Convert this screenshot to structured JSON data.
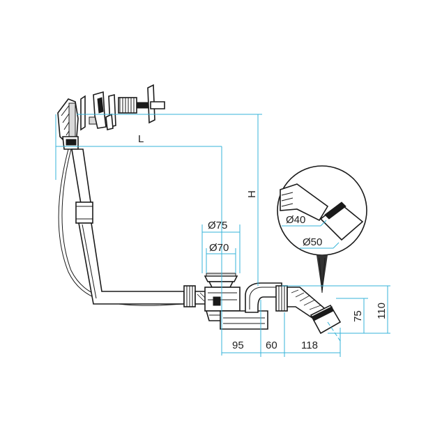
{
  "diagram": {
    "labels": {
      "length": "L",
      "height": "H",
      "outer_diameter_drain": "Ø75",
      "inner_diameter_drain": "Ø70",
      "detail_d40": "Ø40",
      "detail_d50": "Ø50",
      "dim_95": "95",
      "dim_60": "60",
      "dim_118": "118",
      "dim_75": "75",
      "dim_110": "110"
    },
    "colors": {
      "dimension_line": "#35b3d8",
      "outline": "#1a1a1a"
    }
  }
}
